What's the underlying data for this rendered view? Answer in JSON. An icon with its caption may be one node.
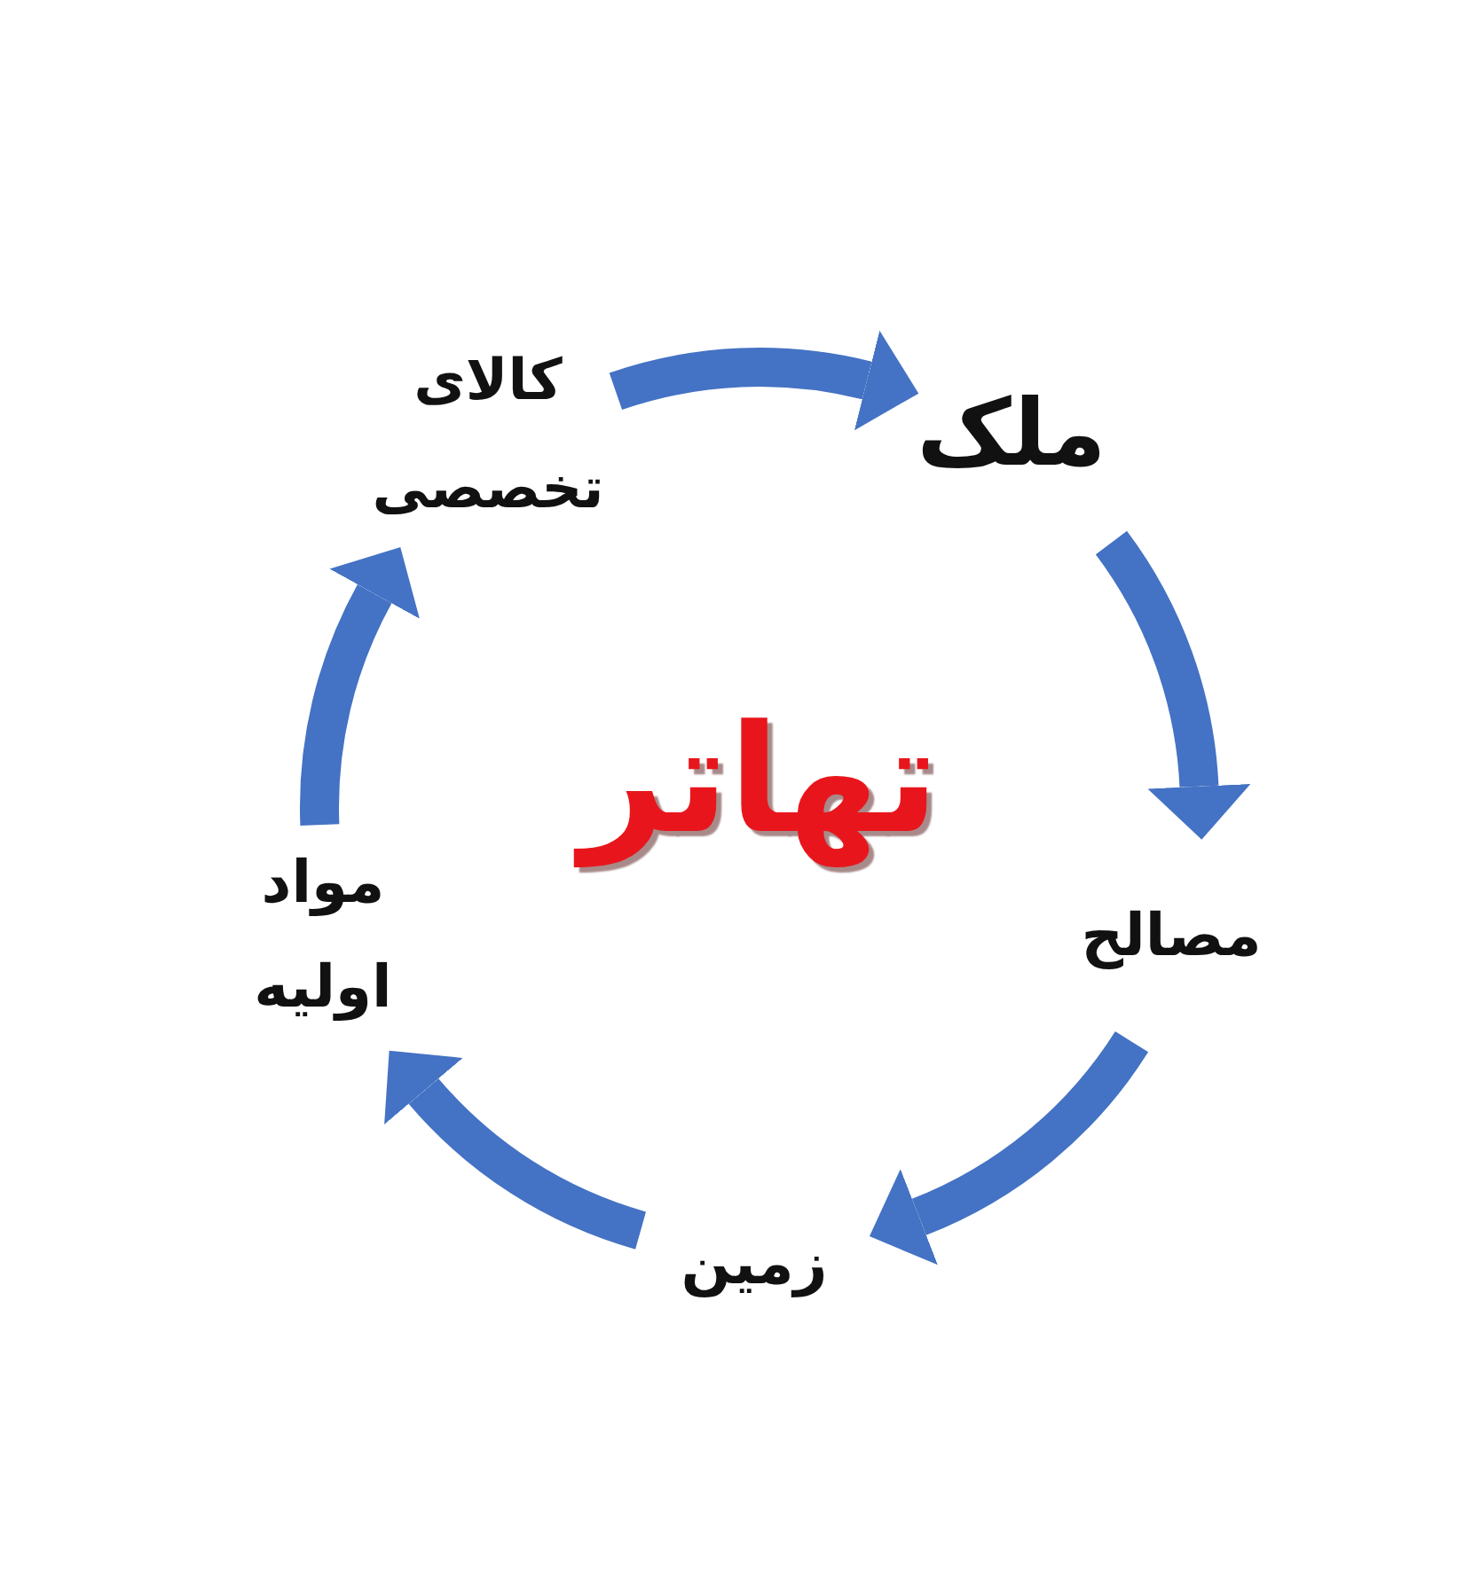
{
  "diagram": {
    "title": "تهاتر",
    "nodes": [
      {
        "text": [
          "کالای تخصصی"
        ]
      },
      {
        "text": [
          "ملک"
        ]
      },
      {
        "text": [
          "مصالح"
        ]
      },
      {
        "text": [
          "زمین"
        ]
      },
      {
        "text": [
          "مواد اولیه"
        ]
      }
    ],
    "edges": [
      {
        "from": 0,
        "to": 1,
        "arrow": "to"
      },
      {
        "from": 1,
        "to": 2,
        "arrow": "to"
      },
      {
        "from": 2,
        "to": 3,
        "arrow": "to"
      },
      {
        "from": 3,
        "to": 4,
        "arrow": "to"
      },
      {
        "from": 4,
        "to": 0,
        "arrow": "to"
      }
    ]
  }
}
